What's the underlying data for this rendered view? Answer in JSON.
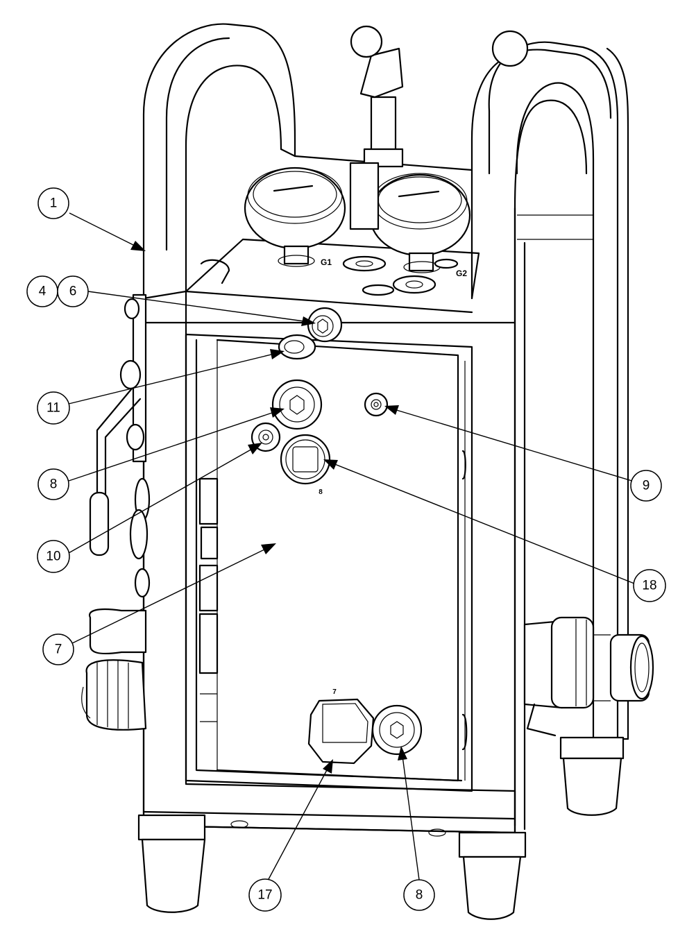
{
  "callouts": {
    "c1": "1",
    "c4": "4",
    "c6": "6",
    "c11": "11",
    "c8a": "8",
    "c10": "10",
    "c7": "7",
    "c9": "9",
    "c18": "18",
    "c17": "17",
    "c8b": "8"
  },
  "engravings": {
    "g1": "G1",
    "g2": "G2",
    "port_8": "8",
    "port_7": "7"
  }
}
